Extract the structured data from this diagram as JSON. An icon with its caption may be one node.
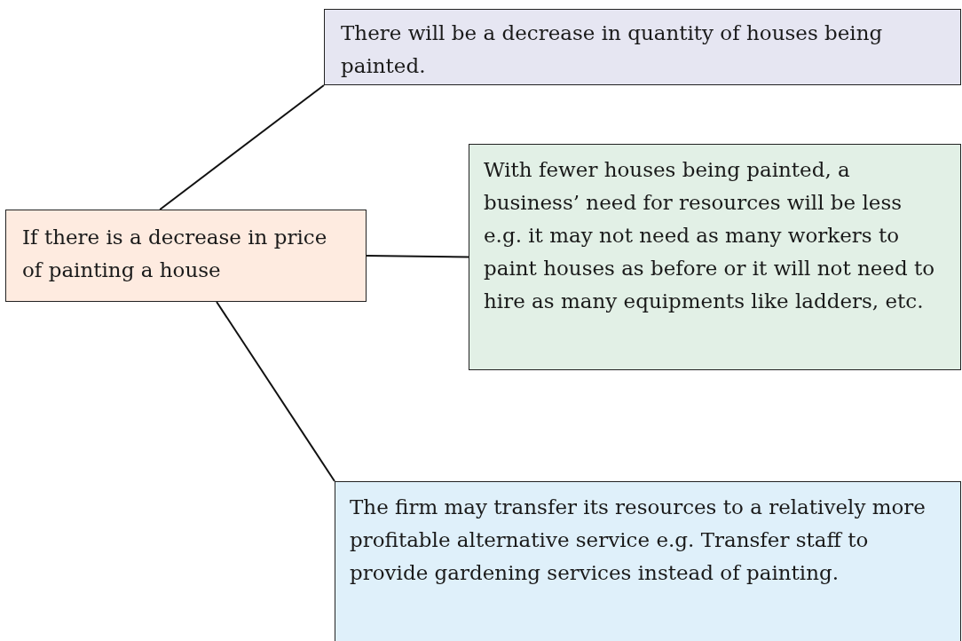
{
  "diagram": {
    "nodes": [
      {
        "text": [
          "If there is a decrease in price of painting a house"
        ]
      },
      {
        "text": [
          "There will be a decrease in quantity of houses being painted."
        ]
      },
      {
        "text": [
          "With fewer houses being painted, a business’ need for resources will be less e.g. it may not need as many workers to paint houses as before or it will not need to hire as many equipments like ladders, etc."
        ]
      },
      {
        "text": [
          "The firm may transfer its resources to a relatively more profitable alternative service e.g. Transfer staff to provide gardening services instead of painting."
        ]
      }
    ],
    "edges": [
      {
        "from": 0,
        "to": 1,
        "arrow": "none"
      },
      {
        "from": 0,
        "to": 2,
        "arrow": "none"
      },
      {
        "from": 0,
        "to": 3,
        "arrow": "none"
      }
    ]
  }
}
